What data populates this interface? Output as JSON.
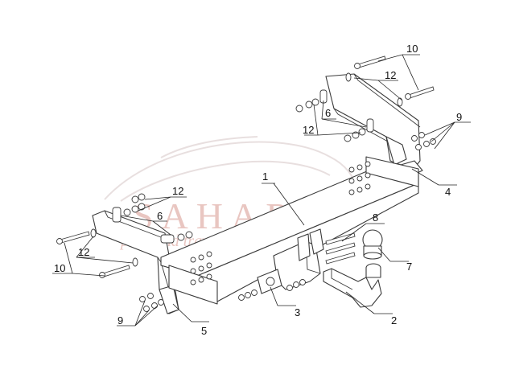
{
  "watermark": {
    "brand": "SAHARA",
    "tagline": "pack and travel"
  },
  "callouts": {
    "c1": "1",
    "c2": "2",
    "c3": "3",
    "c4": "4",
    "c5": "5",
    "c6a": "6",
    "c6b": "6",
    "c7": "7",
    "c8": "8",
    "c9a": "9",
    "c9b": "9",
    "c10a": "10",
    "c10b": "10",
    "c12a": "12",
    "c12b": "12",
    "c12c": "12",
    "c12d": "12"
  }
}
